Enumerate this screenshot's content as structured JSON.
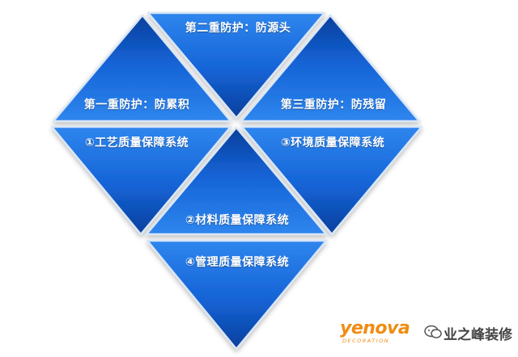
{
  "diagram": {
    "protections": {
      "first": "第一重防护：防累积",
      "second": "第二重防护：防源头",
      "third": "第三重防护：防残留"
    },
    "systems": {
      "craft": "①工艺质量保障系统",
      "material": "②材料质量保障系统",
      "environment": "③环境质量保障系统",
      "management": "④管理质量保障系统"
    }
  },
  "watermark": {
    "brand": "yenova",
    "brand_sub": "DECORATION",
    "text": "业之峰装修"
  },
  "colors": {
    "tile_light": "#3f92f2",
    "tile_mid": "#1565d8",
    "tile_dark": "#0a3f9e",
    "brand_orange": "#f08c12"
  }
}
